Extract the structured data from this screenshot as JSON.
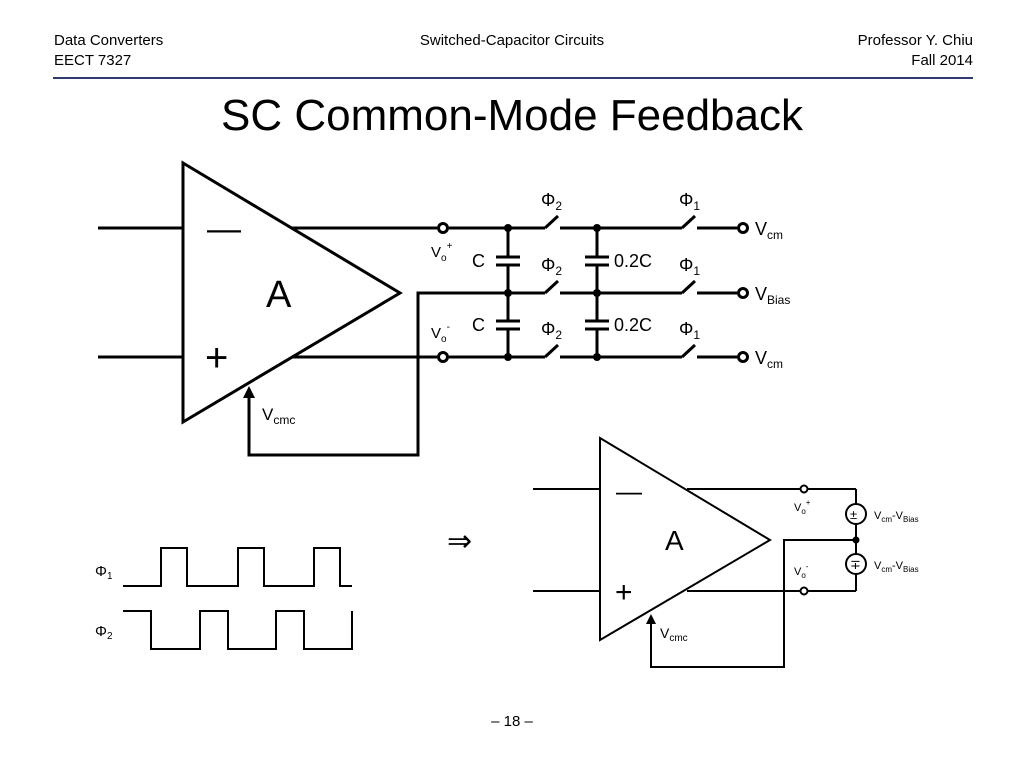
{
  "header": {
    "course": "Data Converters",
    "code": "EECT 7327",
    "topic": "Switched-Capacitor Circuits",
    "professor": "Professor Y. Chiu",
    "term": "Fall 2014"
  },
  "title": "SC Common-Mode Feedback",
  "page_number": "– 18 –",
  "circuit": {
    "opamp_label": "A",
    "minus_sign": "—",
    "plus_sign": "+",
    "vo_base": "V",
    "vo_sub": "o",
    "vo_plus_sup": "+",
    "vo_minus_sup": "-",
    "cap_c": "C",
    "cap_02c": "0.2C",
    "phi": "Φ",
    "phi1_sub": "1",
    "phi2_sub": "2",
    "v_base": "V",
    "cm_sub": "cm",
    "bias_sub": "Bias",
    "cmc_sub": "cmc",
    "source_label_cm": "V",
    "source_label_sep": "-V",
    "source_pm": "±",
    "source_mp": "∓",
    "arrow_symbol": "⇒"
  },
  "timing": {
    "phi1_label": "Φ",
    "phi1_sub": "1",
    "phi2_label": "Φ",
    "phi2_sub": "2"
  }
}
